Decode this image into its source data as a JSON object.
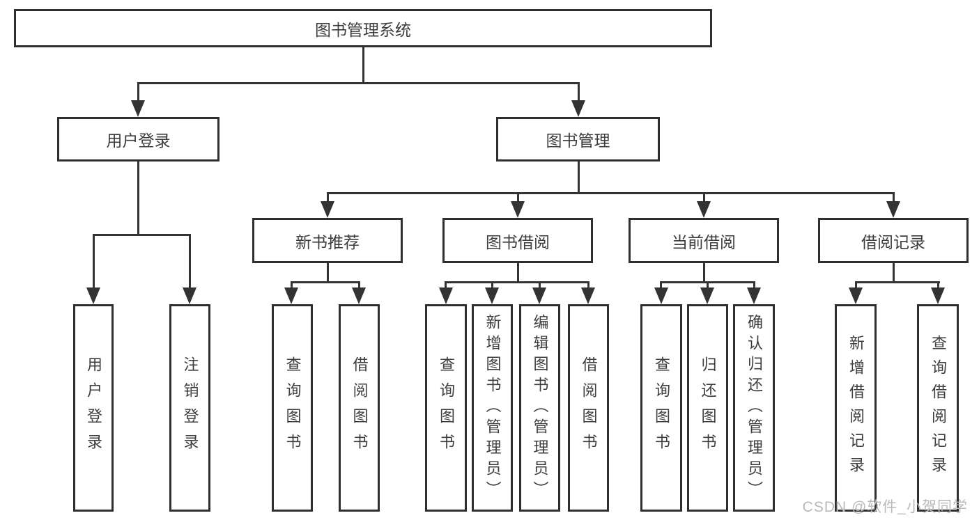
{
  "diagram": {
    "root": "图书管理系统",
    "level2": {
      "user_login": "用户登录",
      "book_mgmt": "图书管理"
    },
    "level3": {
      "new_rec": "新书推荐",
      "borrow": "图书借阅",
      "current": "当前借阅",
      "records": "借阅记录"
    },
    "leaves": {
      "user_login_children": [
        "用户登录",
        "注销登录"
      ],
      "new_rec_children": [
        "查询图书",
        "借阅图书"
      ],
      "borrow_children": [
        "查询图书",
        "新增图书（管理员）",
        "编辑图书（管理员）",
        "借阅图书"
      ],
      "current_children": [
        "查询图书",
        "归还图书",
        "确认归还（管理员）"
      ],
      "records_children": [
        "新增借阅记录",
        "查询借阅记录"
      ]
    },
    "watermark": "CSDN @软件_小贺同学",
    "colors": {
      "line": "#333333",
      "box_border": "#2f2f2f",
      "text": "#3d3d3d",
      "watermark": "#b9b9b9",
      "background": "#ffffff"
    }
  }
}
